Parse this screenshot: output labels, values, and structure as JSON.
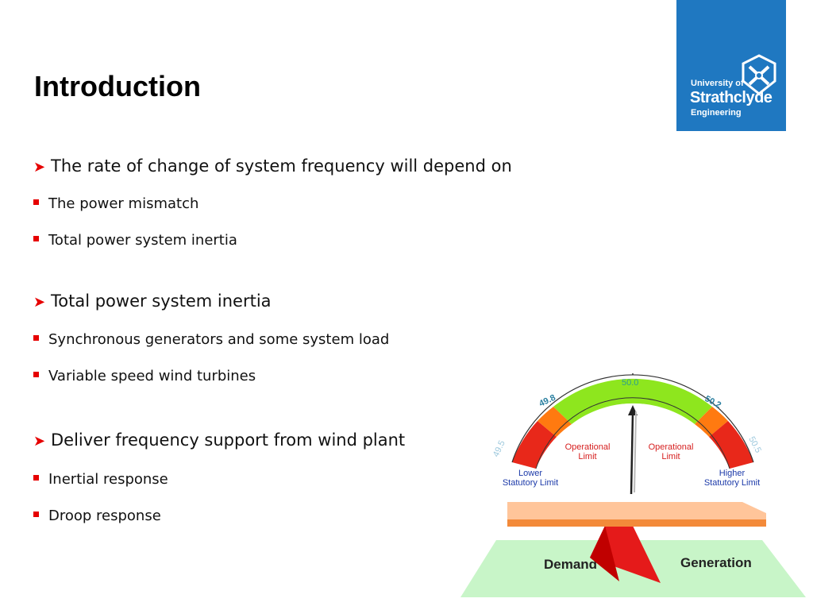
{
  "title": "Introduction",
  "logo": {
    "line1": "University of",
    "line2": "Strathclyde",
    "line3": "Engineering"
  },
  "sections": [
    {
      "heading": "The rate of change of system frequency will depend on",
      "items": [
        "The power mismatch",
        "Total power system inertia"
      ]
    },
    {
      "heading": "Total power system inertia",
      "items": [
        "Synchronous generators and some system load",
        "Variable speed wind turbines"
      ]
    },
    {
      "heading": "Deliver frequency support from wind plant",
      "items": [
        "Inertial response",
        "Droop response"
      ]
    }
  ],
  "gauge": {
    "ticks": [
      "49.5",
      "49.8",
      "50.0",
      "50.2",
      "50.5"
    ],
    "left_zone": "Operational Limit",
    "right_zone": "Operational Limit",
    "lower_limit": "Lower Statutory Limit",
    "higher_limit": "Higher Statutory Limit",
    "demand": "Demand",
    "generation": "Generation"
  },
  "colors": {
    "accent_red": "#e60000",
    "logo_blue": "#1f78c1",
    "gauge_green": "#8ee61e",
    "gauge_orange": "#ff7a10",
    "gauge_red": "#e8281a",
    "seesaw": "#ffb27a",
    "base_green": "#c8f5c8"
  }
}
